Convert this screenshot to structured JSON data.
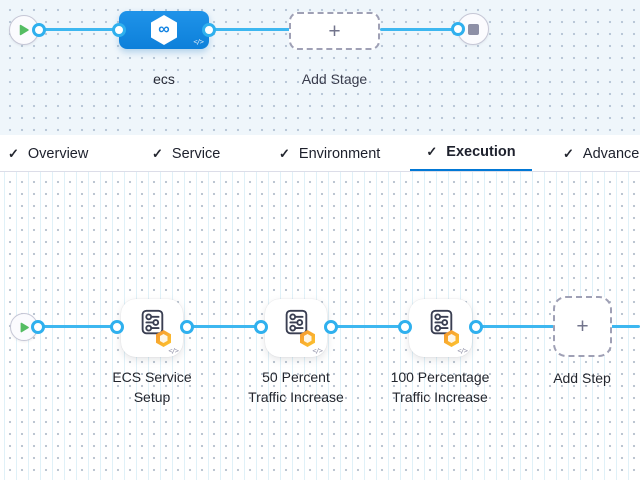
{
  "icons": {
    "check": "✓",
    "plus": "+",
    "infinity": "∞",
    "code": "</>"
  },
  "colors": {
    "accent_blue": "#0278d5",
    "connector_blue": "#3db7f0",
    "stage_node_blue": "#1487e2",
    "play_green": "#55bd63",
    "stop_gray": "#8d8fa6",
    "badge_orange": "#f5952f",
    "badge_yellow": "#fdc62f"
  },
  "stage_canvas": {
    "stage_label": "ecs",
    "add_stage_label": "Add Stage"
  },
  "tabs": {
    "items": [
      {
        "label": "Overview",
        "checked": true,
        "active": false
      },
      {
        "label": "Service",
        "checked": true,
        "active": false
      },
      {
        "label": "Environment",
        "checked": true,
        "active": false
      },
      {
        "label": "Execution",
        "checked": true,
        "active": true
      },
      {
        "label": "Advanced",
        "checked": true,
        "active": false
      }
    ]
  },
  "execution_canvas": {
    "steps": [
      {
        "line1": "ECS Service",
        "line2": "Setup"
      },
      {
        "line1": "50 Percent",
        "line2": "Traffic Increase"
      },
      {
        "line1": "100 Percentage",
        "line2": "Traffic Increase"
      }
    ],
    "add_step_label": "Add Step"
  }
}
